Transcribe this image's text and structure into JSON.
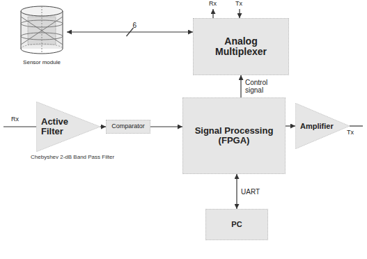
{
  "diagram": {
    "nodes": [
      {
        "text": [
          "Sensor module"
        ]
      },
      {
        "text": [
          "Analog Multiplexer"
        ]
      },
      {
        "text": [
          "Active Filter",
          "Chebyshev 2-dB Band Pass Filter"
        ]
      },
      {
        "text": [
          "Comparator"
        ]
      },
      {
        "text": [
          "Signal Processing (FPGA)"
        ]
      },
      {
        "text": [
          "Amplifier"
        ]
      },
      {
        "text": [
          "PC"
        ]
      }
    ],
    "edges": [
      {
        "from": 0,
        "to": 1,
        "label": "6",
        "arrow": "both"
      },
      {
        "from": 4,
        "to": 1,
        "label": "Control signal",
        "arrow": "to"
      },
      {
        "from": 2,
        "to": 3,
        "arrow": "to"
      },
      {
        "from": 3,
        "to": 4,
        "arrow": "to"
      },
      {
        "from": 4,
        "to": 5,
        "arrow": "to"
      },
      {
        "from": 4,
        "to": 6,
        "label": "UART",
        "arrow": "both"
      }
    ],
    "labels": [
      "Rx",
      "Tx",
      "Rx",
      "Tx"
    ]
  }
}
